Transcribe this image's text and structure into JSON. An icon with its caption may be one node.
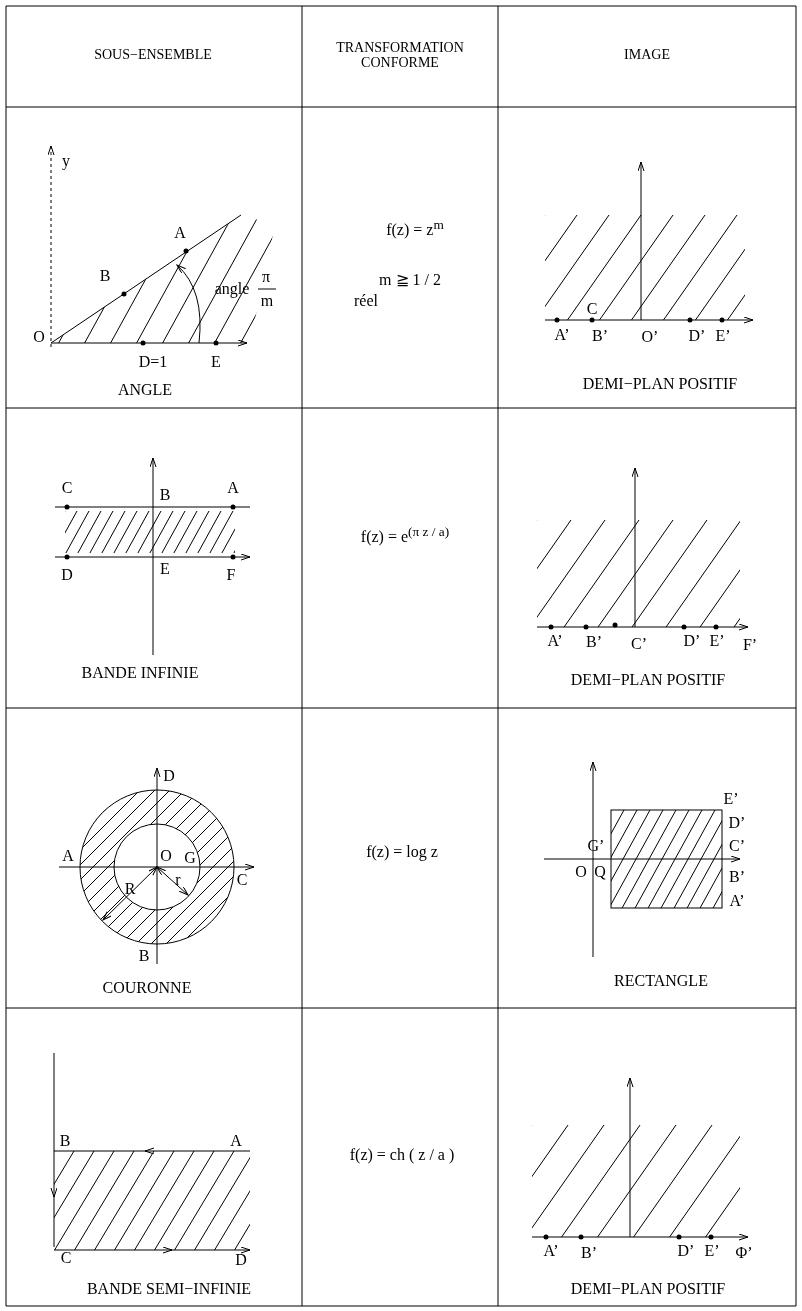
{
  "diagram": {
    "labels": [
      "SOUS−ENSEMBLE",
      "TRANSFORMATION CONFORME",
      "IMAGE",
      "y",
      "A",
      "B",
      "angle",
      "π",
      "m",
      "O",
      "D=1",
      "E",
      "ANGLE",
      "f(z) = z$^{m}$",
      "m ≧ 1 / 2",
      "réel",
      "C",
      "A’",
      "B’",
      "O’",
      "D’",
      "E’",
      "DEMI−PLAN POSITIF",
      "C",
      "B",
      "A",
      "D",
      "E",
      "F",
      "BANDE INFINIE",
      "f(z) = e$^{(π z / a)}$",
      "A’",
      "B’",
      "C’",
      "D’",
      "E’",
      "F’",
      "DEMI−PLAN POSITIF",
      "D",
      "A",
      "O",
      "G",
      "C",
      "R",
      "r",
      "B",
      "COURONNE",
      "f(z) = log z",
      "E’",
      "D’",
      "G’",
      "C’",
      "O",
      "Q",
      "B’",
      "A’",
      "RECTANGLE",
      "B",
      "A",
      "C",
      "D",
      "BANDE SEMI−INFINIE",
      "f(z) = ch ( z / a )",
      "A’",
      "B’",
      "D’",
      "E’",
      "Φ’",
      "DEMI−PLAN POSITIF"
    ]
  }
}
